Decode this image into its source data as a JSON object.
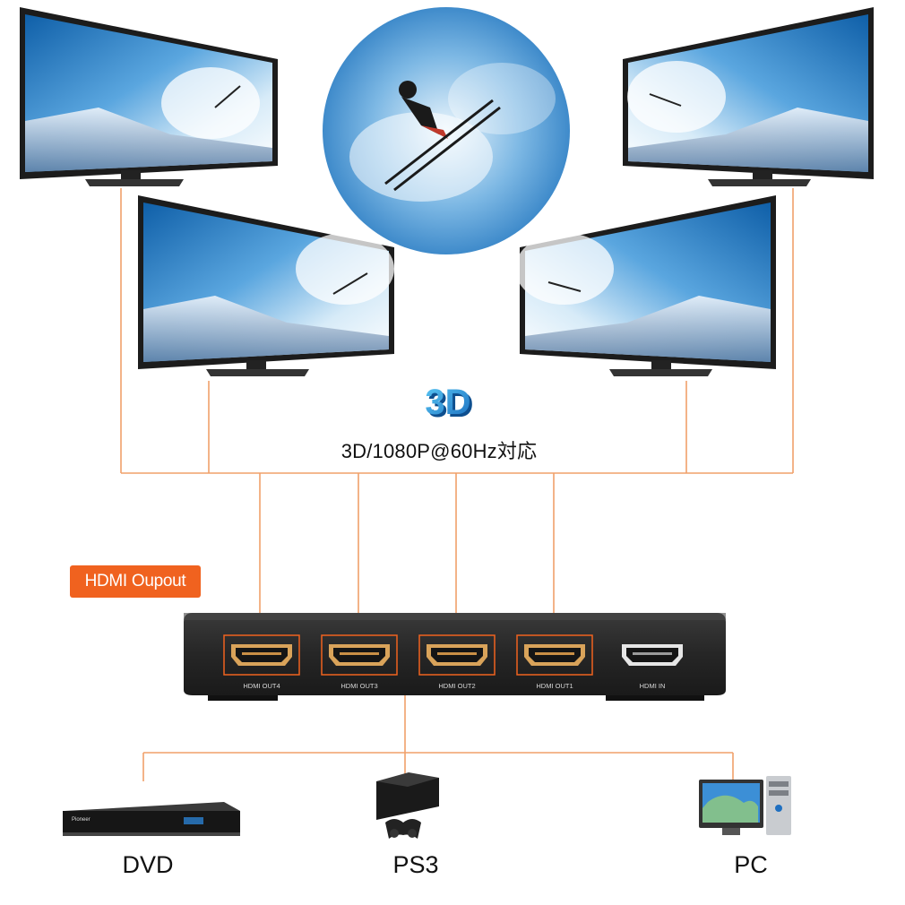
{
  "spec": {
    "text": "3D/1080P@60Hz対応",
    "badge_3d": "3D"
  },
  "output_badge": "HDMI Oupout",
  "ports": [
    {
      "label": "HDMI OUT4",
      "highlight": true
    },
    {
      "label": "HDMI OUT3",
      "highlight": true
    },
    {
      "label": "HDMI OUT2",
      "highlight": true
    },
    {
      "label": "HDMI OUT1",
      "highlight": true
    },
    {
      "label": "HDMI IN",
      "highlight": false
    }
  ],
  "sources": [
    {
      "label": "DVD",
      "brand": "Pioneer"
    },
    {
      "label": "PS3"
    },
    {
      "label": "PC"
    }
  ],
  "colors": {
    "accent": "#f0621f",
    "line": "#f0a06a",
    "device": "#2b2b2b",
    "port_gold": "#d9a35a"
  }
}
